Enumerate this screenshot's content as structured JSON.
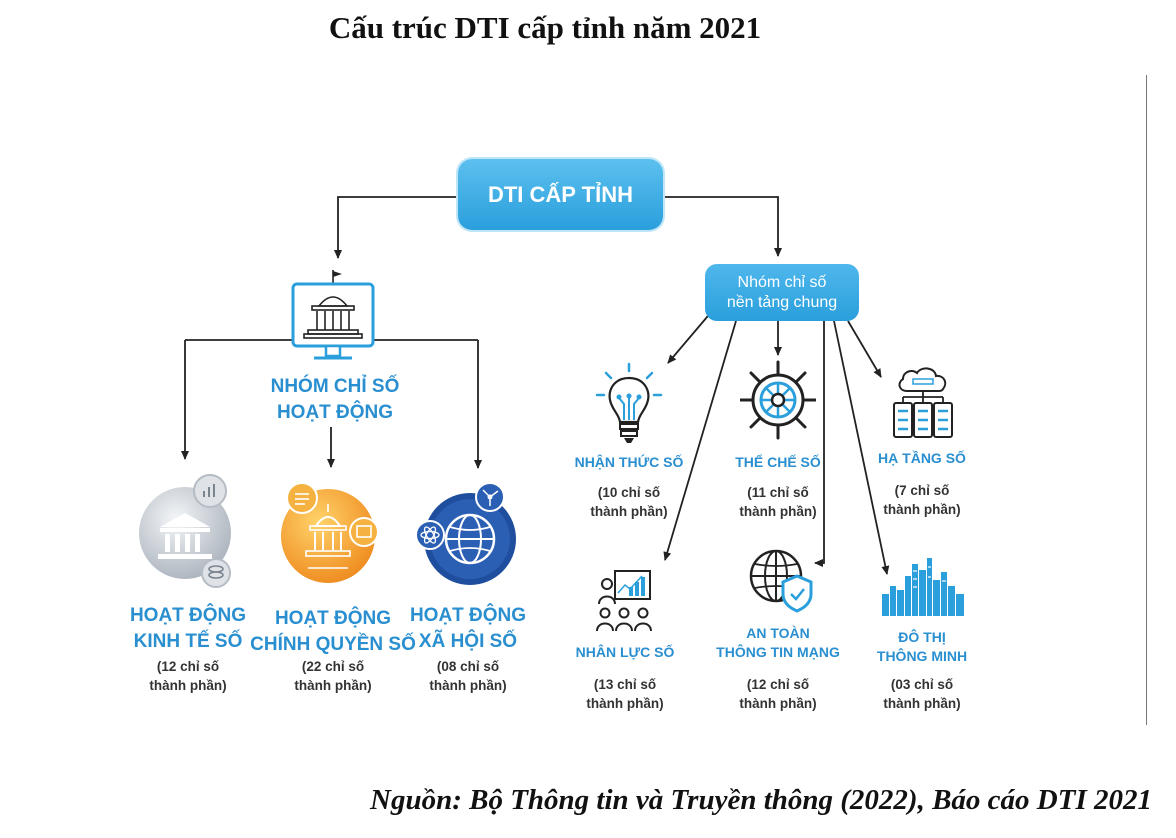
{
  "title": "Cấu trúc DTI cấp tỉnh năm 2021",
  "source": "Nguồn: Bộ Thông tin và Truyền thông (2022), Báo cáo DTI 2021",
  "root": {
    "label": "DTI CẤP TỈNH"
  },
  "activity_group": {
    "line1": "NHÓM CHỈ SỐ",
    "line2": "HOẠT ĐỘNG",
    "icon": "government-building-icon",
    "items": [
      {
        "line1": "HOẠT ĐỘNG",
        "line2": "KINH TẾ SỐ",
        "note1": "(12 chỉ số",
        "note2": "thành phần)",
        "icon": "bank-icon"
      },
      {
        "line1": "HOẠT ĐỘNG",
        "line2": "CHÍNH QUYỀN SỐ",
        "note1": "(22 chỉ số",
        "note2": "thành phần)",
        "icon": "capitol-icon"
      },
      {
        "line1": "HOẠT ĐỘNG",
        "line2": "XÃ HỘI SỐ",
        "note1": "(08 chỉ số",
        "note2": "thành phần)",
        "icon": "globe-network-icon"
      }
    ]
  },
  "foundation_group": {
    "line1": "Nhóm chỉ số",
    "line2": "nền tảng chung",
    "items": [
      {
        "line1": "NHẬN THỨC SỐ",
        "line2": "",
        "note1": "(10 chỉ số",
        "note2": "thành phần)",
        "icon": "lightbulb-icon"
      },
      {
        "line1": "THỂ CHẾ SỐ",
        "line2": "",
        "note1": "(11 chỉ số",
        "note2": "thành phần)",
        "icon": "ship-wheel-icon"
      },
      {
        "line1": "HẠ TẦNG SỐ",
        "line2": "",
        "note1": "(7 chỉ số",
        "note2": "thành phần)",
        "icon": "cloud-server-icon"
      },
      {
        "line1": "NHÂN LỰC SỐ",
        "line2": "",
        "note1": "(13 chỉ số",
        "note2": "thành phần)",
        "icon": "people-training-icon"
      },
      {
        "line1": "AN TOÀN",
        "line2": "THÔNG TIN MẠNG",
        "note1": "(12 chỉ số",
        "note2": "thành phần)",
        "icon": "globe-shield-icon"
      },
      {
        "line1": "ĐÔ THỊ",
        "line2": "THÔNG MINH",
        "note1": "(03 chỉ số",
        "note2": "thành phần)",
        "icon": "smart-city-icon"
      }
    ]
  },
  "colors": {
    "accent": "#2a9fdc",
    "label": "#2a8fd0",
    "orange": "#f0a030",
    "navy": "#1f4e9e"
  }
}
